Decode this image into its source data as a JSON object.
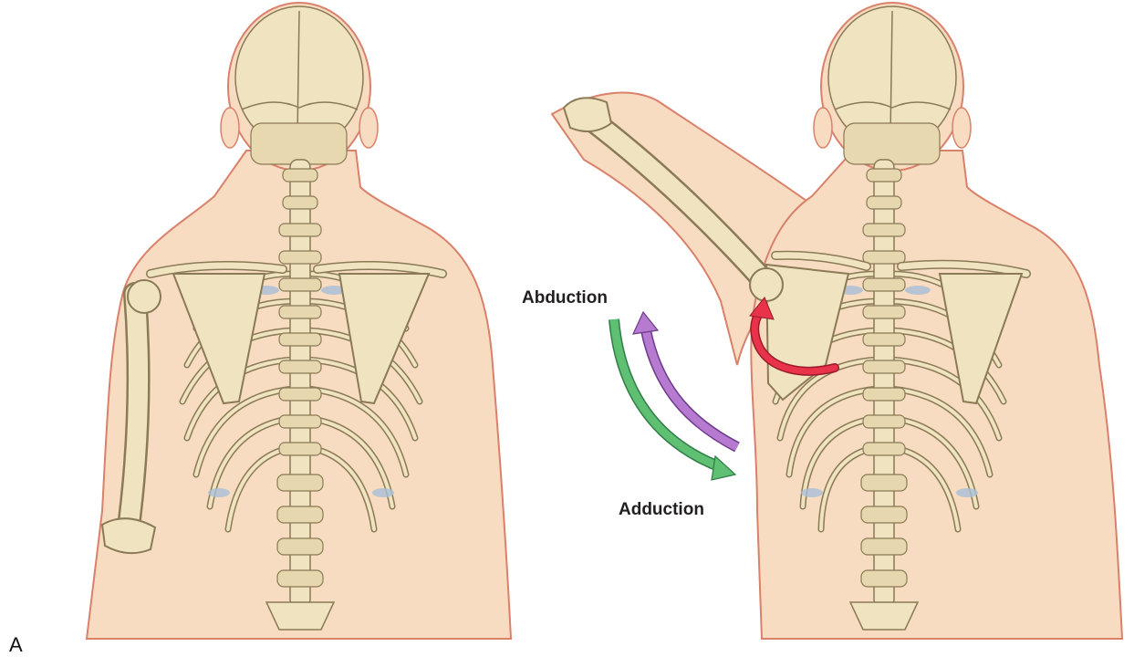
{
  "labels": {
    "abduction": "Abduction",
    "adduction": "Adduction",
    "panel": "A"
  },
  "colors": {
    "skin": "#f8dcc2",
    "skin_outline": "#d9816a",
    "bone": "#efe3c0",
    "bone_outline": "#8a7a55",
    "cartilage": "#a9bfd8",
    "abduction_arrow": "#b67ad1",
    "adduction_arrow": "#5fbf73",
    "rotation_arrow": "#e8334a"
  },
  "icons": {
    "abduction_arrow": "curved-arrow-up",
    "adduction_arrow": "curved-arrow-down",
    "rotation_arrow": "scapular-rotation-arrow"
  }
}
